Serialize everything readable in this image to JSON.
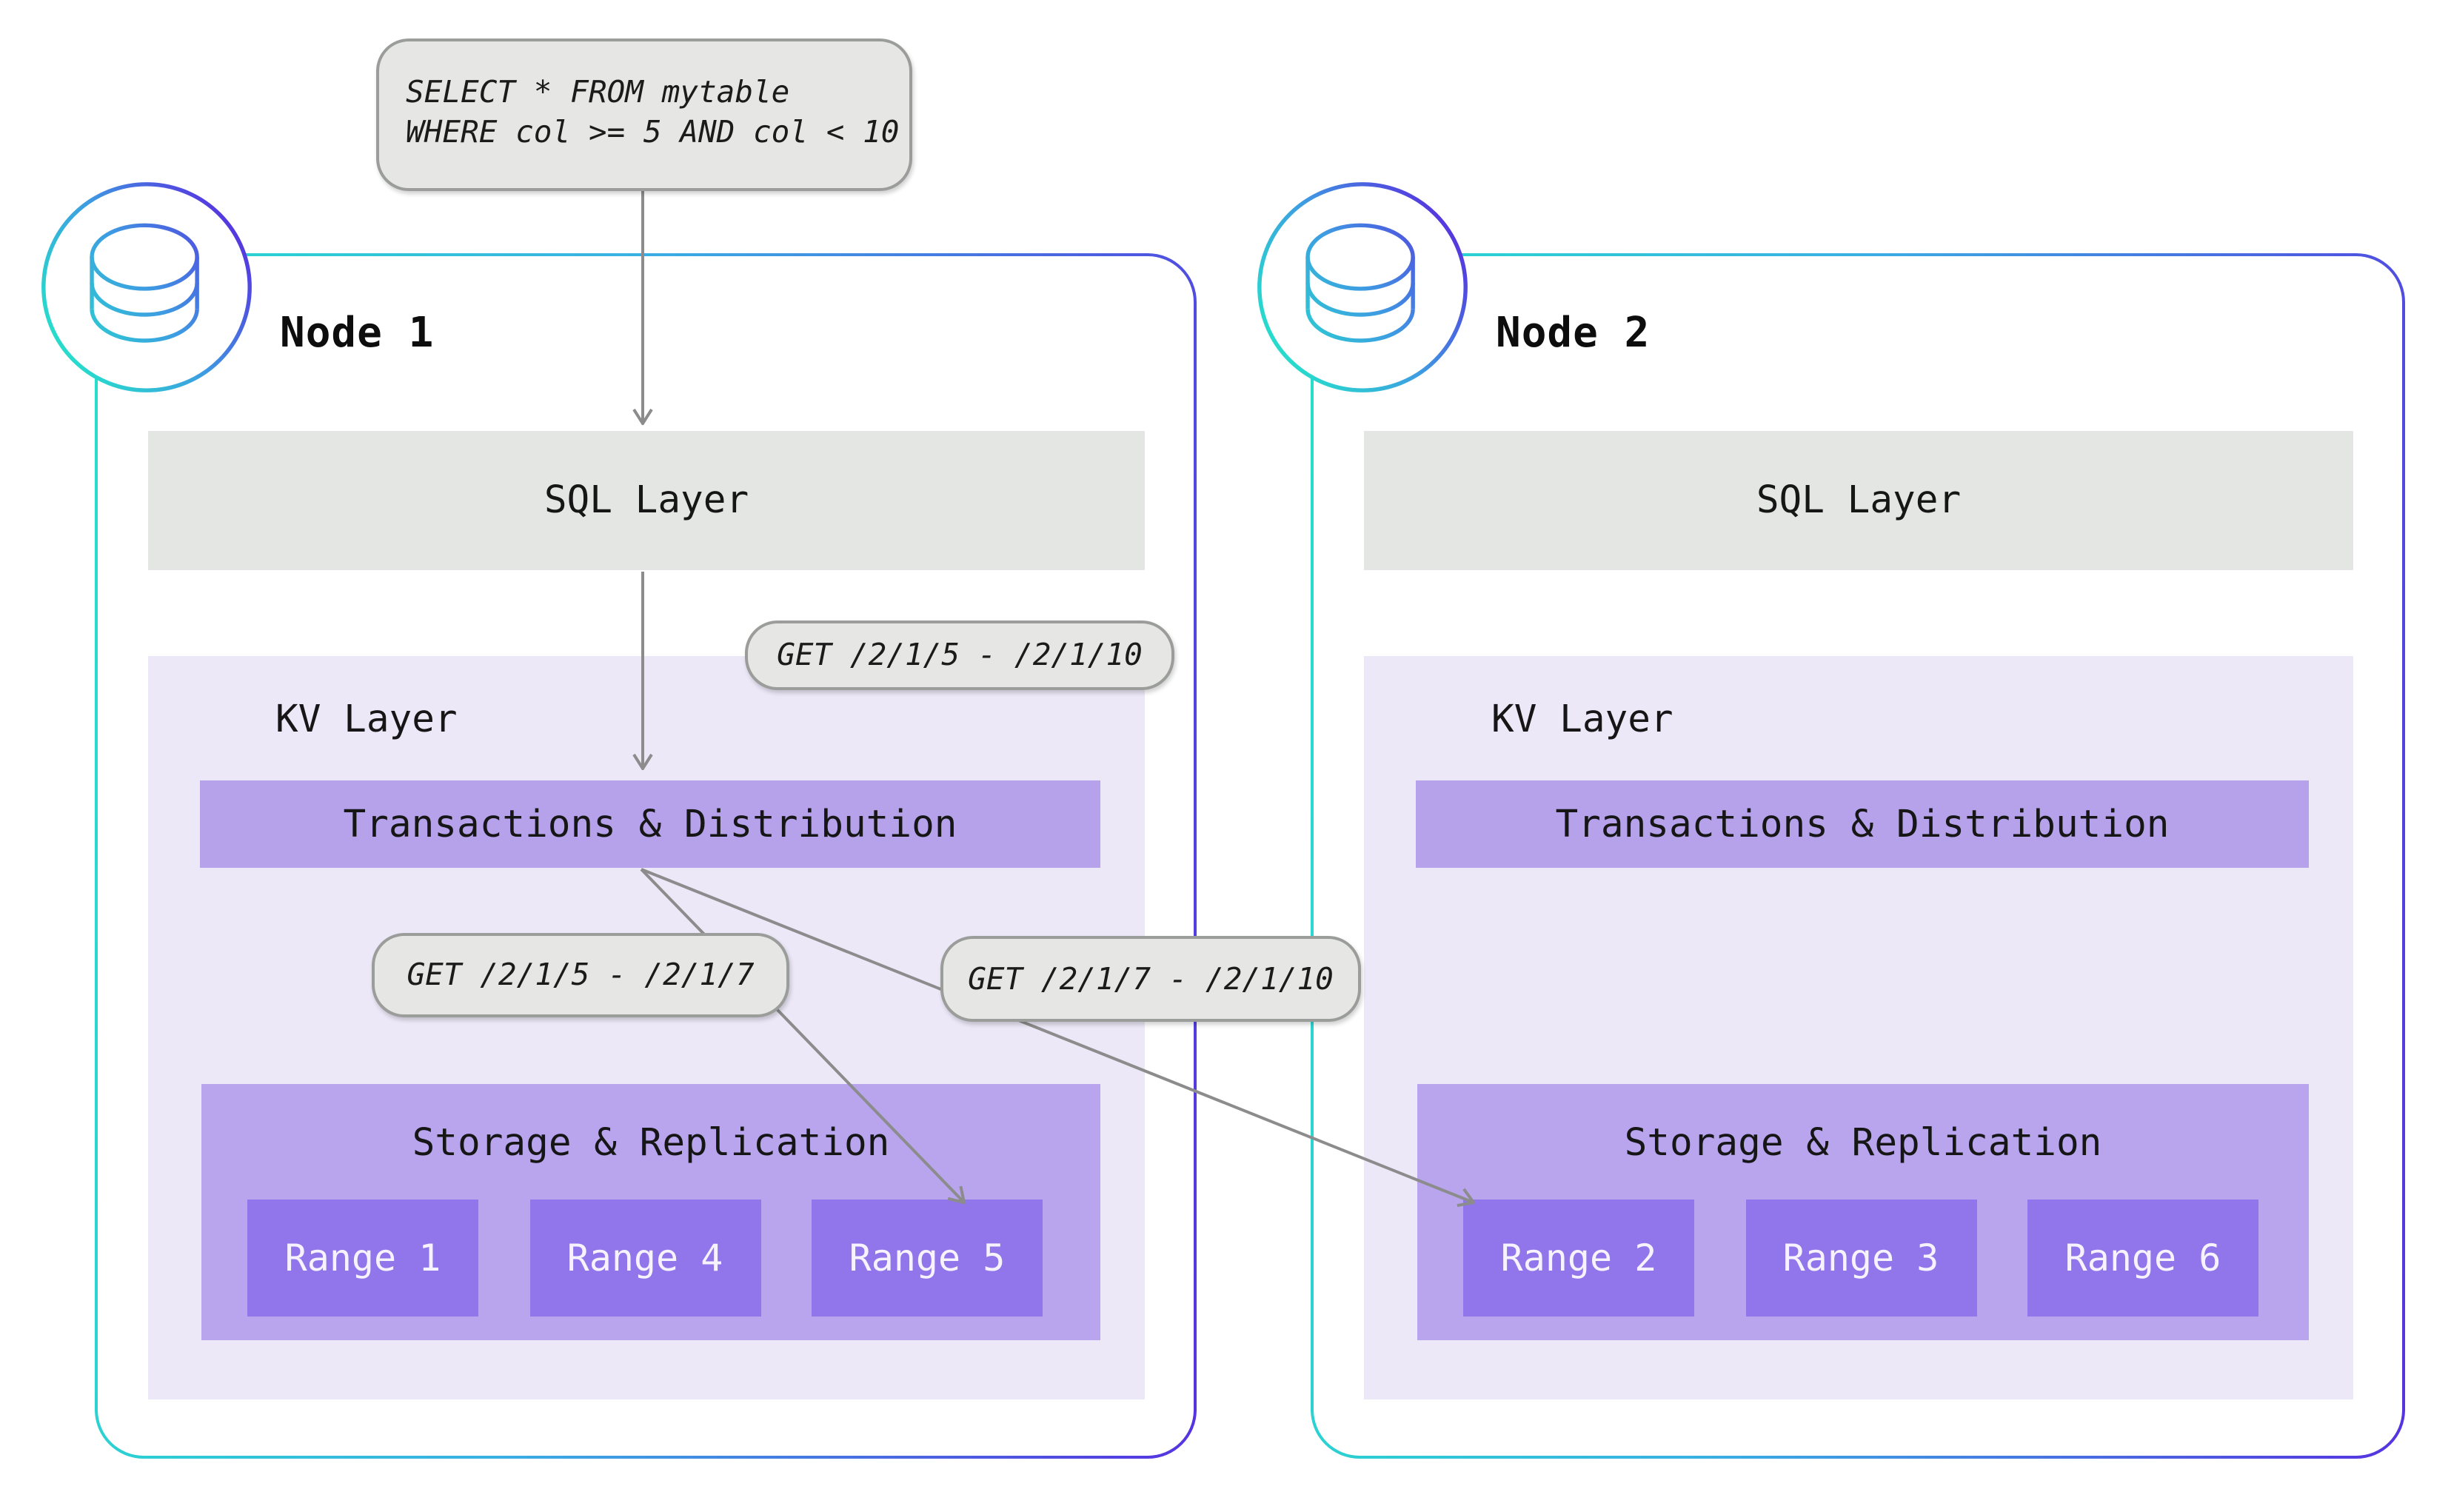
{
  "diagram": {
    "query_bubble": {
      "lines": [
        "SELECT * FROM mytable",
        "WHERE col >= 5 AND col < 10"
      ]
    },
    "get_requests": {
      "full_range": "GET /2/1/5 - /2/1/10",
      "left_split": "GET /2/1/5 - /2/1/7",
      "right_split": "GET /2/1/7 - /2/1/10"
    },
    "nodes": [
      {
        "title": "Node 1",
        "sql_layer": "SQL Layer",
        "kv_layer": "KV Layer",
        "transactions": "Transactions & Distribution",
        "storage": "Storage & Replication",
        "ranges": [
          "Range 1",
          "Range 4",
          "Range 5"
        ]
      },
      {
        "title": "Node 2",
        "sql_layer": "SQL Layer",
        "kv_layer": "KV Layer",
        "transactions": "Transactions & Distribution",
        "storage": "Storage & Replication",
        "ranges": [
          "Range 2",
          "Range 3",
          "Range 6"
        ]
      }
    ],
    "icons": {
      "node_badge": "database-icon"
    },
    "colors": {
      "node_border_teal": "#26DFCB",
      "node_border_blue": "#3AAEE3",
      "node_border_indigo": "#5633DF",
      "bubble_gray": "#E6E7E5",
      "sql_bar_gray": "#E4E6E4",
      "kv_background": "#ECE8F8",
      "transactions_bar": "#B6A2EB",
      "storage_background": "#B8A5EE",
      "range_box": "#9175EA",
      "arrow_gray": "#8C8C8C",
      "text_dark": "#161616",
      "range_text": "#F6F2FE"
    }
  }
}
